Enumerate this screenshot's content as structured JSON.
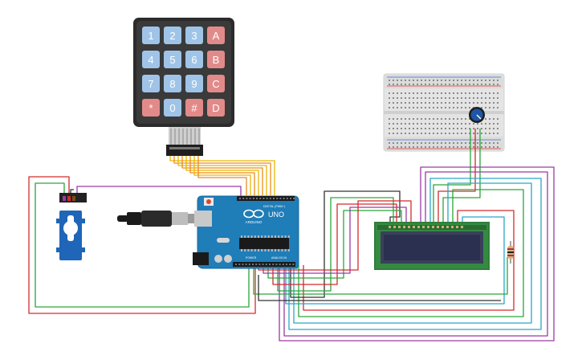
{
  "keypad": {
    "keys": [
      "1",
      "2",
      "3",
      "A",
      "4",
      "5",
      "6",
      "B",
      "7",
      "8",
      "9",
      "C",
      "*",
      "0",
      "#",
      "D"
    ],
    "colors": {
      "number": "#9fc4e8",
      "letter": "#e28a8a",
      "body": "#2b2b2b"
    }
  },
  "arduino": {
    "logo_text": "ARDUINO",
    "model_text": "UNO",
    "digital_label": "DIGITAL (PWM~)",
    "power_label": "POWER",
    "analog_label": "ANALOG IN",
    "board_color": "#1f7db8"
  },
  "wire_colors": {
    "red": "#d32b2b",
    "green": "#2aa63a",
    "black": "#333333",
    "purple": "#9c3aa5",
    "teal": "#2aa7c6",
    "yellow": "#e6b800",
    "orange": "#f08a1c",
    "gray": "#888888"
  }
}
